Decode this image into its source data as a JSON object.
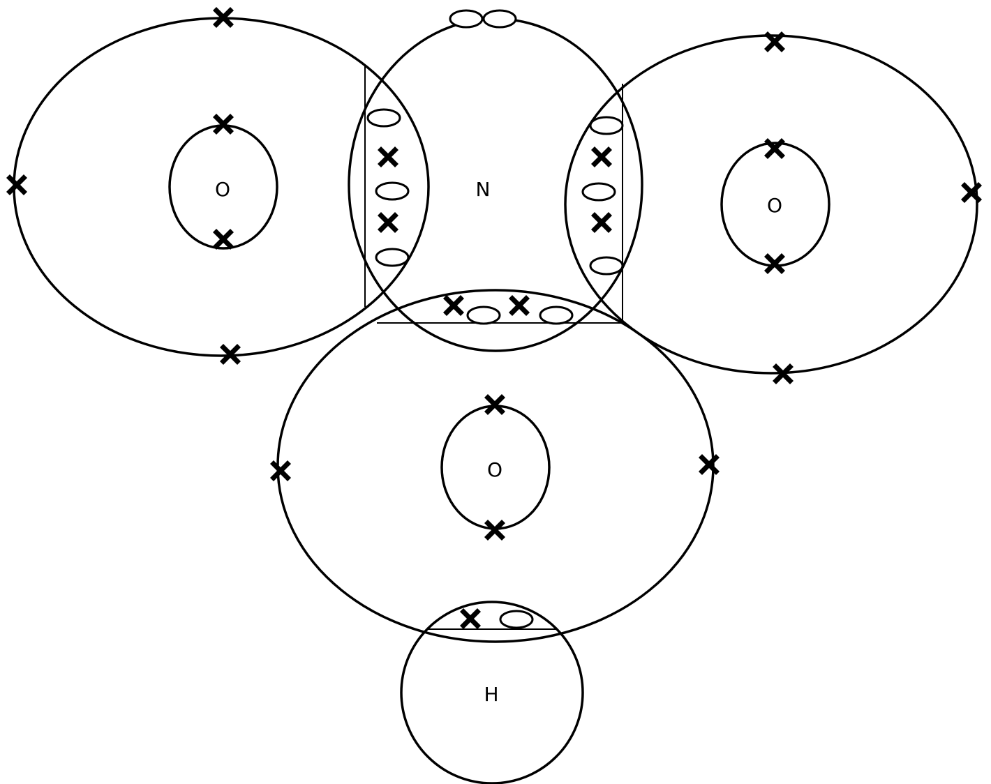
{
  "atoms": {
    "oxygen_left": {
      "symbol": "O"
    },
    "nitrogen": {
      "symbol": "N"
    },
    "oxygen_right": {
      "symbol": "O"
    },
    "oxygen_bottom": {
      "symbol": "O"
    },
    "hydrogen": {
      "symbol": "H"
    }
  },
  "legend_symbols": {
    "cross": "cross-electron-icon",
    "oval": "oval-electron-icon"
  },
  "colors": {
    "line": "#000000",
    "fill": "#ffffff"
  }
}
